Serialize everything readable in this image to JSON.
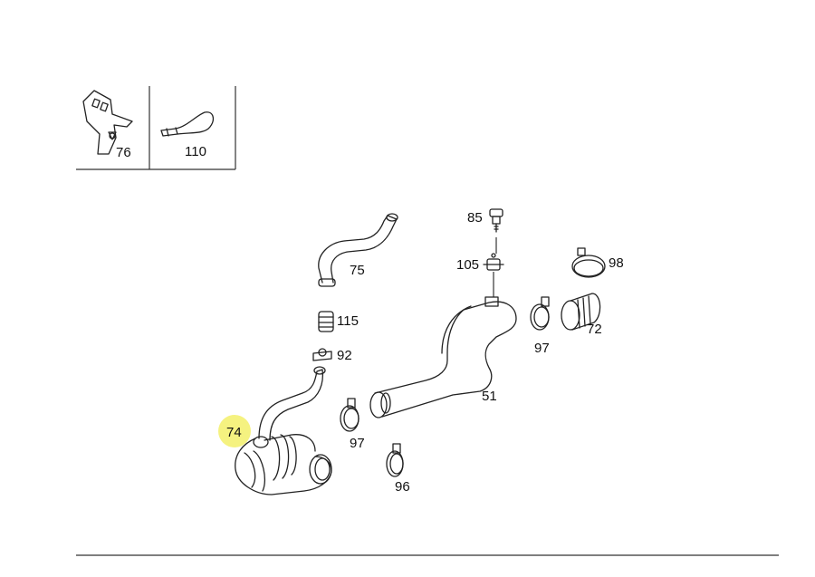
{
  "legend_box": {
    "items": [
      {
        "number": "76"
      },
      {
        "number": "110"
      }
    ]
  },
  "callouts": {
    "p74": "74",
    "p75": "75",
    "p85": "85",
    "p105": "105",
    "p98": "98",
    "p72": "72",
    "p97a": "97",
    "p97b": "97",
    "p115": "115",
    "p92": "92",
    "p51": "51",
    "p96": "96"
  },
  "highlighted_part": "74",
  "colors": {
    "highlight": "#f3f06a",
    "line": "#222222"
  }
}
